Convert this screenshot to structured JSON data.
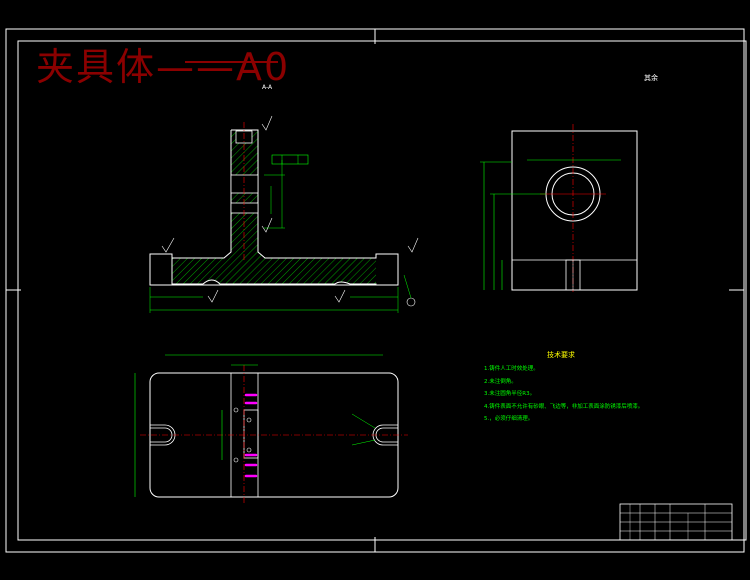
{
  "drawing": {
    "title": "夹具体——A0",
    "section_label": "A-A",
    "roughness_note": "其余",
    "tech_requirements": {
      "heading": "技术要求",
      "items": [
        "1.铸件人工时效处理。",
        "2.未注倒角。",
        "3.未注圆角半径R3。",
        "4.铸件表面不允许有砂眼、飞边等，非加工表面涂防锈漆后喷漆。",
        "5.，必须仔细清理。"
      ]
    },
    "colors": {
      "background": "#000000",
      "frame": "#ffffff",
      "outline": "#ffffff",
      "dimension": "#00ff00",
      "centerline": "#ff0000",
      "hatch": "#00ff00",
      "title": "#8b0000",
      "highlight": "#ff00ff",
      "heading": "#ffff00"
    }
  }
}
